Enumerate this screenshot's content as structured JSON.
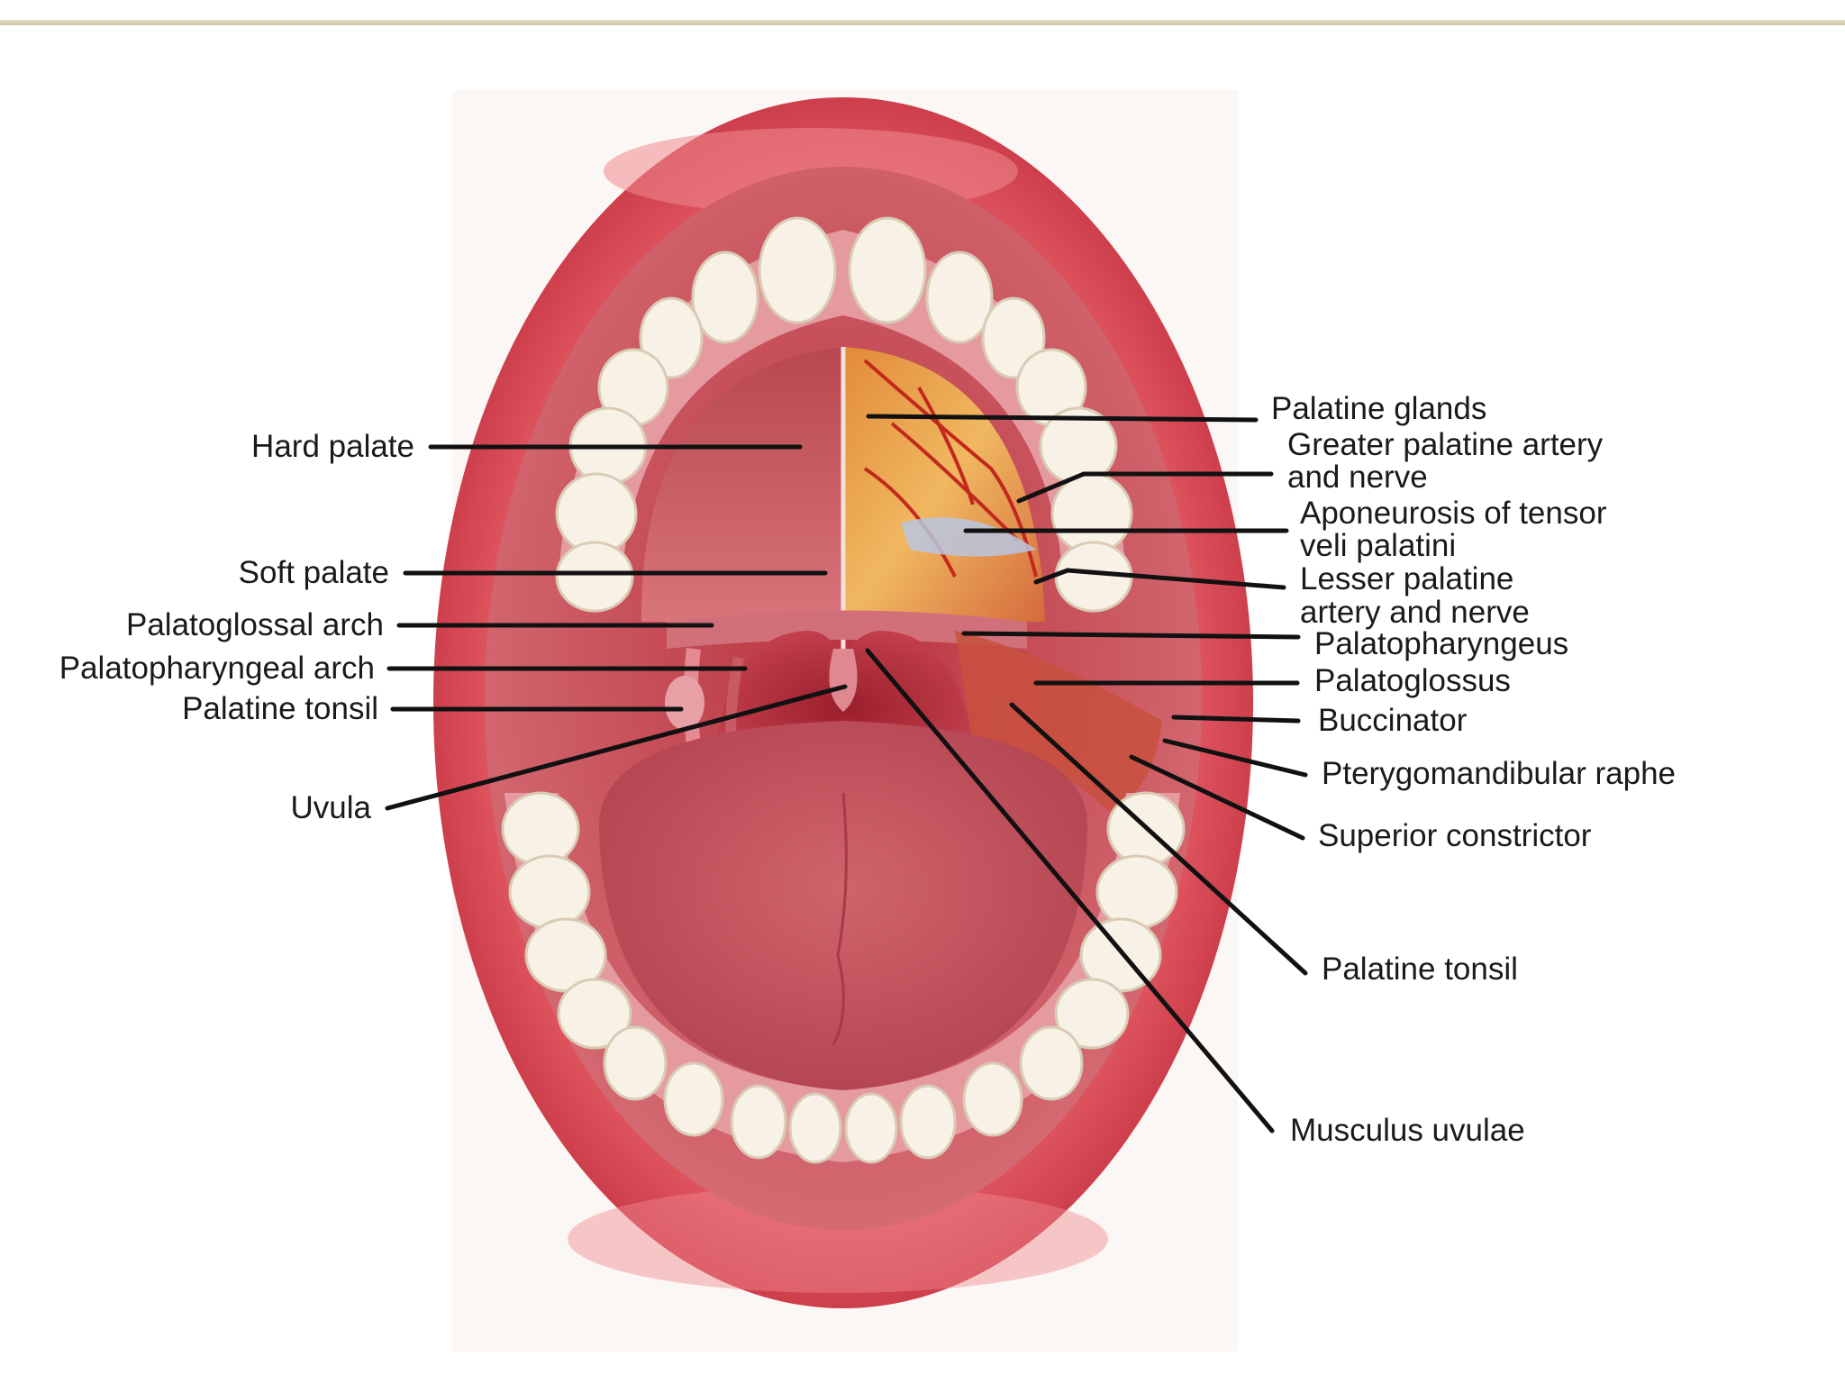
{
  "figure": {
    "subject": "open-mouth-oral-cavity-illustration",
    "labels_left": [
      {
        "id": "hard-palate",
        "text": "Hard palate"
      },
      {
        "id": "soft-palate",
        "text": "Soft palate"
      },
      {
        "id": "palatoglossal-arch",
        "text": "Palatoglossal arch"
      },
      {
        "id": "palatopharyngeal-arch",
        "text": "Palatopharyngeal arch"
      },
      {
        "id": "palatine-tonsil-left",
        "text": "Palatine tonsil"
      },
      {
        "id": "uvula",
        "text": "Uvula"
      }
    ],
    "labels_right": [
      {
        "id": "palatine-glands",
        "text": "Palatine glands"
      },
      {
        "id": "greater-palatine",
        "line1": "Greater palatine artery",
        "line2": "and nerve"
      },
      {
        "id": "aponeurosis",
        "line1": "Aponeurosis of tensor",
        "line2": "veli palatini"
      },
      {
        "id": "lesser-palatine",
        "line1": "Lesser palatine",
        "line2": "artery and nerve"
      },
      {
        "id": "palatopharyngeus",
        "text": "Palatopharyngeus"
      },
      {
        "id": "palatoglossus",
        "text": "Palatoglossus"
      },
      {
        "id": "buccinator",
        "text": "Buccinator"
      },
      {
        "id": "pterygomandibular-raphe",
        "text": "Pterygomandibular raphe"
      },
      {
        "id": "superior-constrictor",
        "text": "Superior constrictor"
      },
      {
        "id": "palatine-tonsil-right",
        "text": "Palatine tonsil"
      },
      {
        "id": "musculus-uvulae",
        "text": "Musculus uvulae"
      }
    ]
  },
  "colors": {
    "lip": "#d8404c",
    "mucosa": "#c03c4a",
    "palate": "#c65a63",
    "tongue": "#c4505a",
    "teeth": "#f7f1e6",
    "dissection": "#e8a040",
    "leader_line": "#111111",
    "top_rule": "#d6cdb0"
  }
}
